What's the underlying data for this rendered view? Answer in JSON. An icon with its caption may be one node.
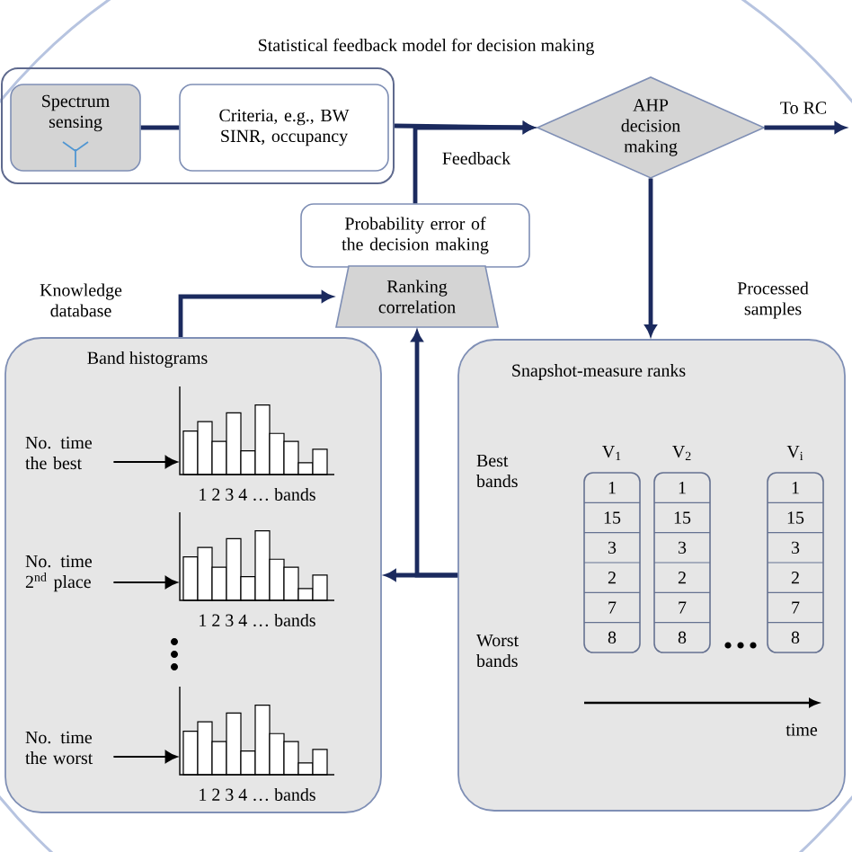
{
  "diagram": {
    "title": "Statistical feedback model for decision making",
    "nodes": [
      {
        "text": [],
        "shape": "box"
      },
      {
        "text": [
          "Spectrum sensing"
        ],
        "in": 0
      },
      {
        "text": [
          "Criteria, e.g., BW SINR, occupancy"
        ],
        "in": 0
      },
      {
        "text": [
          "AHP decision making"
        ]
      },
      {
        "text": [
          "Probability error of the decision making"
        ]
      },
      {
        "text": [
          "Ranking correlation"
        ]
      },
      {
        "text": [
          "Band histograms"
        ],
        "beside": [
          "Knowledge database"
        ]
      },
      {
        "text": [
          "No. time the best"
        ],
        "in": 6
      },
      {
        "text": [
          "1 2 3 4 … bands"
        ],
        "in": 6
      },
      {
        "text": [
          "No. time 2$^{nd}$ place"
        ],
        "in": 6
      },
      {
        "text": [
          "1 2 3 4 … bands"
        ],
        "in": 6
      },
      {
        "text": [
          "No. time the worst"
        ],
        "in": 6
      },
      {
        "text": [
          "1 2 3 4 … bands"
        ],
        "in": 6
      },
      {
        "text": [
          "Snapshot-measure ranks"
        ],
        "beside": [
          "Processed samples"
        ]
      },
      {
        "text": [
          "V$_{1}$",
          "1",
          "15",
          "3",
          "2",
          "7",
          "8"
        ],
        "in": 13
      },
      {
        "text": [
          "V$_{2}$",
          "1",
          "15",
          "3",
          "2",
          "7",
          "8"
        ],
        "in": 13
      },
      {
        "text": [
          "V$_{i}$",
          "1",
          "15",
          "3",
          "2",
          "7",
          "8"
        ],
        "in": 13
      }
    ],
    "edges": [
      {
        "from": 1,
        "to": 2,
        "arrow": "none"
      },
      {
        "from": 0,
        "to": 3,
        "arrow": "to"
      },
      {
        "from": 4,
        "to": 3,
        "arrow": "to",
        "label": "Feedback"
      },
      {
        "from": 3,
        "to": null,
        "arrow": "to",
        "label": "To RC"
      },
      {
        "from": 3,
        "to": 13,
        "arrow": "to"
      },
      {
        "from": 6,
        "to": 5,
        "arrow": "to"
      },
      {
        "from": 13,
        "to": 5,
        "arrow": "to"
      },
      {
        "from": 13,
        "to": 6,
        "arrow": "to"
      },
      {
        "from": 7,
        "to": 8,
        "arrow": "to",
        "color": "#000000"
      },
      {
        "from": 9,
        "to": 10,
        "arrow": "to",
        "color": "#000000"
      },
      {
        "from": 11,
        "to": 12,
        "arrow": "to",
        "color": "#000000"
      }
    ],
    "labels": [
      "Best bands",
      "Worst bands",
      "time"
    ]
  }
}
